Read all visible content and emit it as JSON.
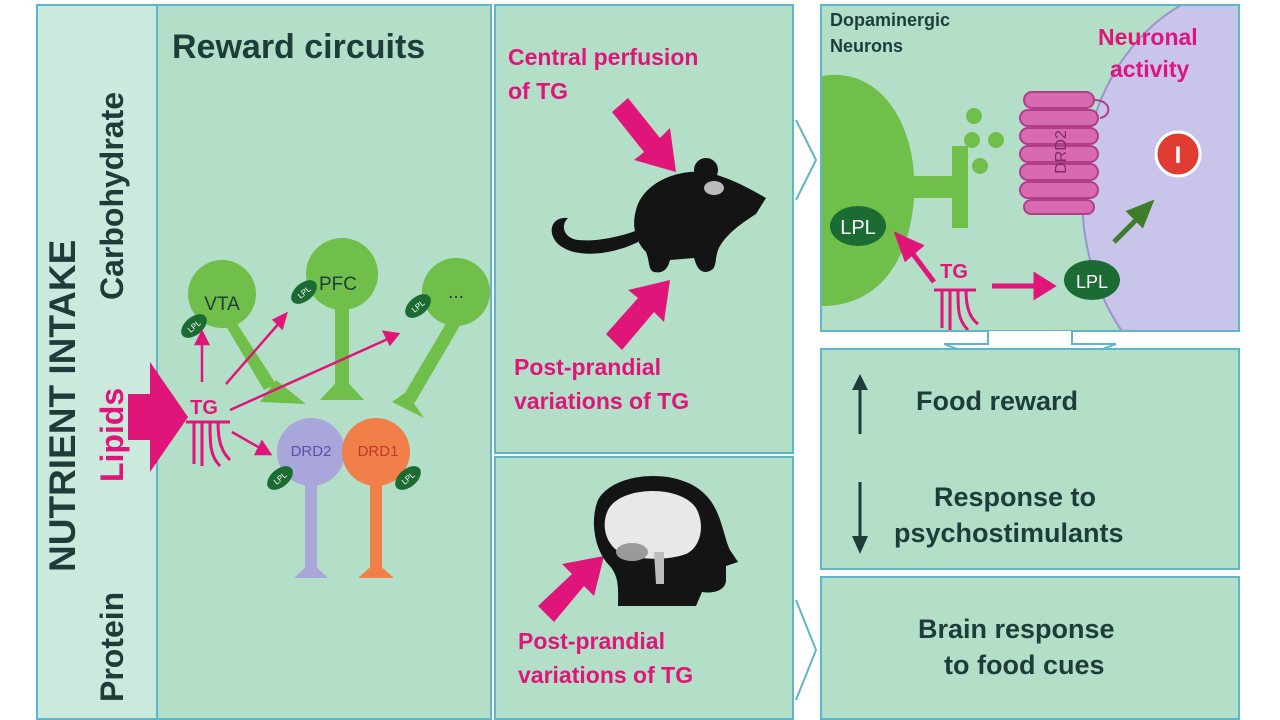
{
  "nutrients": {
    "title": "NUTRIENT INTAKE",
    "carbohydrate": "Carbohydrate",
    "lipids": "Lipids",
    "protein": "Protein"
  },
  "reward_circuits": {
    "title": "Reward circuits",
    "vta": "VTA",
    "pfc": "PFC",
    "more": "...",
    "tg": "TG",
    "drd2": "DRD2",
    "drd1": "DRD1",
    "lpl": "LPL"
  },
  "mouse_panel": {
    "central_perfusion": [
      "Central perfusion",
      "of TG"
    ],
    "post_prandial": [
      "Post-prandial",
      "variations of TG"
    ]
  },
  "brain_panel": {
    "post_prandial": [
      "Post-prandial",
      "variations of TG"
    ]
  },
  "synapse": {
    "dopaminergic": [
      "Dopaminergic",
      "Neurons"
    ],
    "neuronal_activity": [
      "Neuronal",
      "activity"
    ],
    "inhibit_symbol": "I",
    "receptor": "DRD2",
    "lpl_left": "LPL",
    "lpl_right": "LPL",
    "tg": "TG"
  },
  "outcomes": {
    "food_reward": "Food reward",
    "psychostimulants": [
      "Response to",
      "psychostimulants"
    ],
    "brain_response": [
      "Brain response",
      "to food cues"
    ]
  },
  "colors": {
    "panel_bg": "#b3dfc9",
    "panel_border": "#5fb6c9",
    "neuron_green": "#6fbf4a",
    "accent_pink": "#e0157a",
    "dark_text": "#1e3d3a",
    "lpl_green": "#1b6b33",
    "drd2_purple": "#a9a6d9",
    "drd1_orange": "#f07f4a",
    "inhibit_red": "#e03c31"
  }
}
